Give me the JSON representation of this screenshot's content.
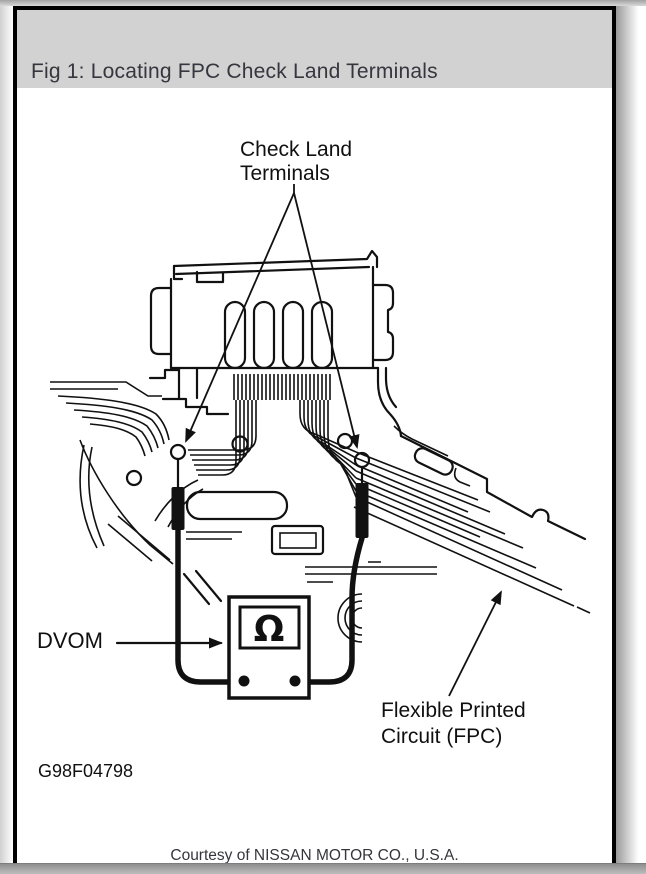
{
  "figure": {
    "title": "Fig 1: Locating FPC Check Land Terminals",
    "code": "G98F04798",
    "courtesy": "Courtesy of NISSAN MOTOR CO., U.S.A."
  },
  "labels": {
    "check_land_line1": "Check Land",
    "check_land_line2": "Terminals",
    "dvom": "DVOM",
    "fpc_line1": "Flexible Printed",
    "fpc_line2": "Circuit (FPC)",
    "meter_symbol": "Ω"
  },
  "colors": {
    "header_bg": "#d2d2d2",
    "title_text": "#36363e",
    "line_art": "#111111",
    "footer_text": "#35353c",
    "footer_bar": "#a8a8a8"
  }
}
